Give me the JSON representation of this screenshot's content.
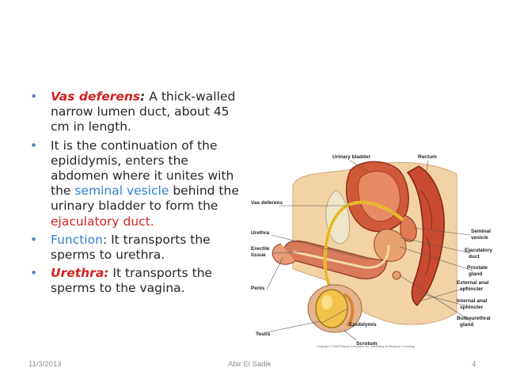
{
  "bullets": [
    {
      "term": "Vas deferens",
      "colon": ":",
      "text": " A thick-walled narrow lumen duct, about 45 cm in length."
    },
    {
      "text1": "It is the continuation of the epididymis, enters the abdomen where it unites with the ",
      "link1": "seminal vesicle",
      "text2": " behind the urinary bladder to form the ",
      "link2": "ejaculatory duct."
    },
    {
      "term": "Function",
      "text": ": It transports the sperms to urethra."
    },
    {
      "term": "Urethra:",
      "text": " It transports the sperms to the vagina."
    }
  ],
  "figure": {
    "labels": {
      "urinary_bladder": "Urinary bladder",
      "rectum": "Rectum",
      "vas_deferens": "Vas deferens",
      "urethra": "Urethra",
      "erectile_tissue_1": "Erectile",
      "erectile_tissue_2": "tissue",
      "penis": "Penis",
      "testis": "Testis",
      "epididymis": "Epididymis",
      "scrotum": "Scrotum",
      "seminal_vesicle_1": "Seminal",
      "seminal_vesicle_2": "vesicle",
      "ejaculatory_duct_1": "Ejaculatory",
      "ejaculatory_duct_2": "duct",
      "prostate_gland_1": "Prostate",
      "prostate_gland_2": "gland",
      "external_anal_sphincter_1": "External anal",
      "external_anal_sphincter_2": "sphincter",
      "internal_anal_sphincter_1": "Internal anal",
      "internal_anal_sphincter_2": "sphincter",
      "bulbourethral_gland_1": "Bulbourethral",
      "bulbourethral_gland_2": "gland"
    },
    "copyright": "Copyright © 2008 Pearson Education, Inc., publishing as Benjamin Cummings"
  },
  "footer": {
    "date": "11/3/2013",
    "author": "Abir El Sadik",
    "page": "4"
  },
  "colors": {
    "bullet": "#4f81bd",
    "highlight_red": "#d42020",
    "highlight_blue": "#2f80d0",
    "text": "#262626"
  }
}
